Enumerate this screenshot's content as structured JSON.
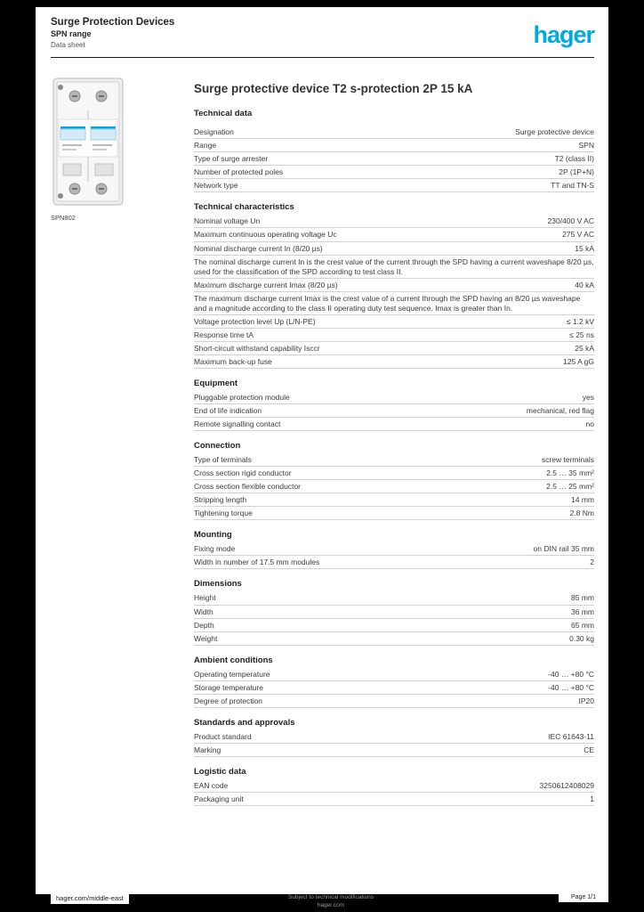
{
  "colors": {
    "brand_blue": "#00A9E0",
    "rule_gray": "#d2d2d2"
  },
  "header": {
    "line1": "Surge Protection Devices",
    "line2": "SPN range",
    "line3": "Data sheet",
    "logo_text": "hager"
  },
  "product": {
    "title": "Surge protective device T2 s-protection 2P 15 kA",
    "subtitle": "Technical data",
    "image_caption": "SPN802",
    "image_alt": "surge-protective-device-photo"
  },
  "sections": [
    {
      "title": "",
      "rows": [
        {
          "label": "Designation",
          "value": "Surge protective device"
        },
        {
          "label": "Range",
          "value": "SPN"
        },
        {
          "label": "Type of surge arrester",
          "value": "T2 (class II)"
        },
        {
          "label": "Number of protected poles",
          "value": "2P (1P+N)"
        },
        {
          "label": "Network type",
          "value": "TT and TN-S"
        }
      ]
    },
    {
      "title": "Technical characteristics",
      "rows": [
        {
          "label": "Nominal voltage Un",
          "value": "230/400 V AC"
        },
        {
          "label": "Maximum continuous operating voltage Uc",
          "value": "275 V AC"
        },
        {
          "label": "Nominal discharge current In (8/20 µs)",
          "value": "15 kA"
        },
        {
          "label": "The nominal discharge current In is the crest value of the current through the SPD having a current waveshape 8/20 µs, used for the classification of the SPD according to test class II.",
          "note": true
        },
        {
          "label": "Maximum discharge current Imax (8/20 µs)",
          "value": "40 kA"
        },
        {
          "label": "The maximum discharge current Imax is the crest value of a current through the SPD having an 8/20 µs waveshape and a magnitude according to the class II operating duty test sequence. Imax is greater than In.",
          "note": true
        },
        {
          "label": "Voltage protection level Up (L/N-PE)",
          "value": "≤ 1.2 kV"
        },
        {
          "label": "Response time tA",
          "value": "≤ 25 ns"
        },
        {
          "label": "Short-circuit withstand capability Isccr",
          "value": "25 kA"
        },
        {
          "label": "Maximum back-up fuse",
          "value": "125 A gG"
        }
      ]
    },
    {
      "title": "Equipment",
      "rows": [
        {
          "label": "Pluggable protection module",
          "value": "yes"
        },
        {
          "label": "End of life indication",
          "value": "mechanical, red flag"
        },
        {
          "label": "Remote signalling contact",
          "value": "no"
        }
      ]
    },
    {
      "title": "Connection",
      "rows": [
        {
          "label": "Type of terminals",
          "value": "screw terminals"
        },
        {
          "label": "Cross section rigid conductor",
          "value": "2.5 … 35 mm²"
        },
        {
          "label": "Cross section flexible conductor",
          "value": "2.5 … 25 mm²"
        },
        {
          "label": "Stripping length",
          "value": "14 mm"
        },
        {
          "label": "Tightening torque",
          "value": "2.8 Nm"
        }
      ]
    },
    {
      "title": "Mounting",
      "rows": [
        {
          "label": "Fixing mode",
          "value": "on DIN rail 35 mm"
        },
        {
          "label": "Width in number of 17.5 mm modules",
          "value": "2"
        }
      ]
    },
    {
      "title": "Dimensions",
      "rows": [
        {
          "label": "Height",
          "value": "85 mm"
        },
        {
          "label": "Width",
          "value": "36 mm"
        },
        {
          "label": "Depth",
          "value": "65 mm"
        },
        {
          "label": "Weight",
          "value": "0.30 kg"
        }
      ]
    },
    {
      "title": "Ambient conditions",
      "rows": [
        {
          "label": "Operating temperature",
          "value": "-40 … +80 °C"
        },
        {
          "label": "Storage temperature",
          "value": "-40 … +80 °C"
        },
        {
          "label": "Degree of protection",
          "value": "IP20"
        }
      ]
    },
    {
      "title": "Standards and approvals",
      "rows": [
        {
          "label": "Product standard",
          "value": "IEC 61643-11"
        },
        {
          "label": "Marking",
          "value": "CE"
        }
      ]
    },
    {
      "title": "Logistic data",
      "rows": [
        {
          "label": "EAN code",
          "value": "3250612408029"
        },
        {
          "label": "Packaging unit",
          "value": "1"
        }
      ]
    }
  ],
  "footer": {
    "left_url": "hager.com/middle-east",
    "center_line1": "Subject to technical modifications",
    "center_line2": "hager.com",
    "right_page": "Page 1/1"
  }
}
